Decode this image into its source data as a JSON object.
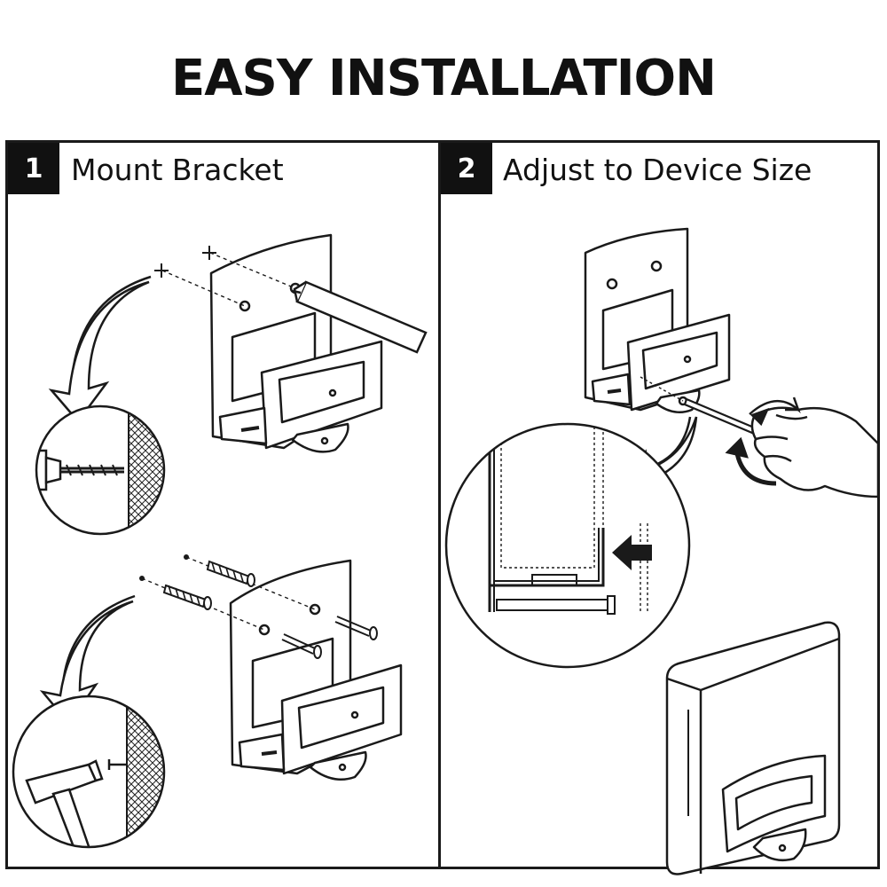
{
  "header": {
    "title": "EASY INSTALLATION"
  },
  "steps": [
    {
      "number": "1",
      "label": "Mount Bracket"
    },
    {
      "number": "2",
      "label": "Adjust to Device Size"
    }
  ],
  "colors": {
    "ink": "#1a1a1a",
    "background": "#ffffff"
  },
  "icons": [
    "bracket-icon",
    "pencil-icon",
    "drill-bit-icon",
    "wall-anchor-icon",
    "screw-icon",
    "hammer-icon",
    "screwdriver-icon",
    "hand-icon",
    "rotate-arrows-icon",
    "curved-arrow-icon",
    "push-arrow-icon",
    "mini-pc-icon"
  ]
}
